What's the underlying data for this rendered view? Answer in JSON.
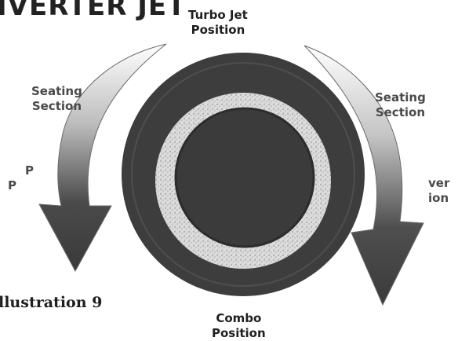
{
  "heading": "IVERTER JET",
  "labels": {
    "top": [
      "Turbo Jet",
      "Position"
    ],
    "left_seating": [
      "Seating",
      "Section"
    ],
    "left_position": [
      "P",
      "P"
    ],
    "right_seating": [
      "Seating",
      "Section"
    ],
    "right_position": [
      "ver",
      "ion"
    ],
    "bottom": [
      "Combo",
      "Position"
    ]
  },
  "caption": "llustration 9",
  "colors": {
    "ring": "#3d3d3d",
    "speckle_band": "#c9c9c9",
    "arrow": "#3a3a3a",
    "text": "#1f1f1f"
  }
}
